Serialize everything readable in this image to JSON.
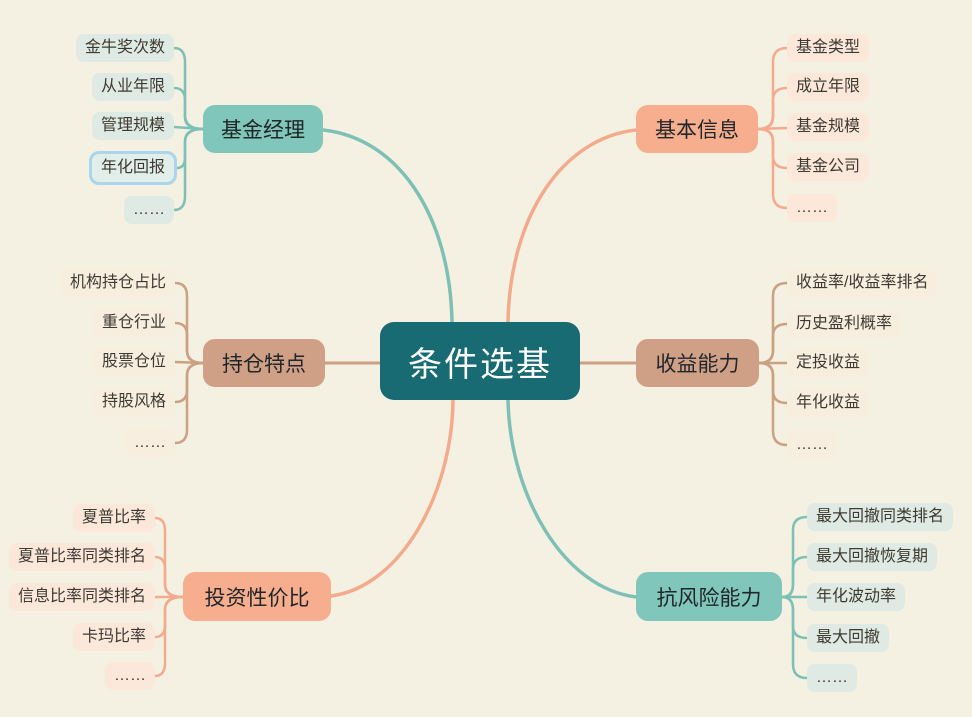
{
  "central": {
    "label": "条件选基"
  },
  "branches": [
    {
      "name": "fund-manager",
      "label": "基金经理",
      "theme": "teal",
      "side": "top-left",
      "leaves": [
        "金牛奖次数",
        "从业年限",
        "管理规模",
        "年化回报",
        "……"
      ],
      "highlighted_leaf": "年化回报"
    },
    {
      "name": "basic-info",
      "label": "基本信息",
      "theme": "peach",
      "side": "top-right",
      "leaves": [
        "基金类型",
        "成立年限",
        "基金规模",
        "基金公司",
        "……"
      ]
    },
    {
      "name": "holding-features",
      "label": "持仓特点",
      "theme": "brown",
      "side": "mid-left",
      "leaves": [
        "机构持仓占比",
        "重仓行业",
        "股票仓位",
        "持股风格",
        "……"
      ]
    },
    {
      "name": "return-ability",
      "label": "收益能力",
      "theme": "brown",
      "side": "mid-right",
      "leaves": [
        "收益率/收益率排名",
        "历史盈利概率",
        "定投收益",
        "年化收益",
        "……"
      ]
    },
    {
      "name": "investment-value",
      "label": "投资性价比",
      "theme": "peach",
      "side": "bottom-left",
      "leaves": [
        "夏普比率",
        "夏普比率同类排名",
        "信息比率同类排名",
        "卡玛比率",
        "……"
      ]
    },
    {
      "name": "risk-resistance",
      "label": "抗风险能力",
      "theme": "teal",
      "side": "bottom-right",
      "leaves": [
        "最大回撤同类排名",
        "最大回撤恢复期",
        "年化波动率",
        "最大回撤",
        "……"
      ]
    }
  ],
  "colors": {
    "background": "#F4F1E2",
    "central_fill": "#186A73",
    "central_text": "#FFFFFF",
    "teal_node": "#80C6BA",
    "peach_node": "#F7AE8F",
    "brown_node": "#D0A086",
    "teal_leaf": "#DEEAE3",
    "peach_leaf": "#FBE8DA",
    "brown_leaf": "#F8EEDF",
    "teal_link": "#7EC0B5",
    "peach_link": "#F4AA8C",
    "brown_link": "#CBA083",
    "highlight_border": "#A9D6EC"
  }
}
